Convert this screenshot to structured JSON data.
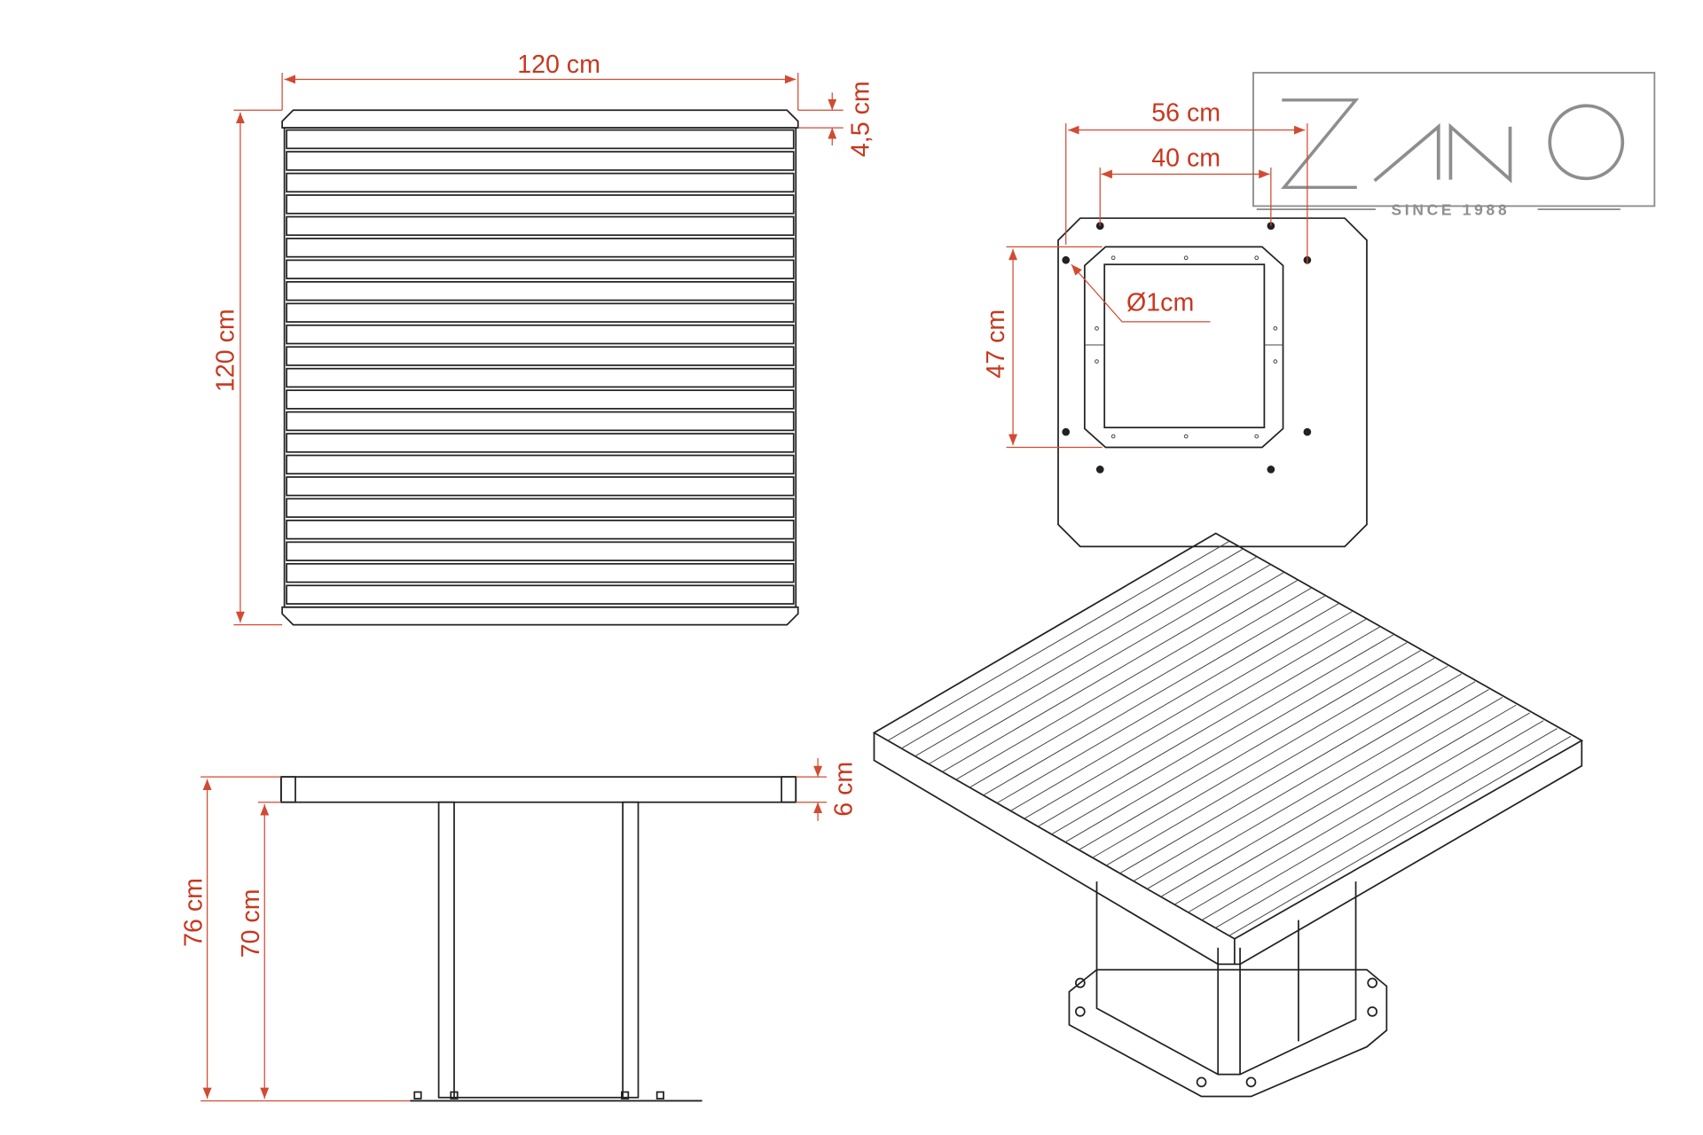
{
  "dimensions": {
    "top_width": "120 cm",
    "top_depth": "120 cm",
    "top_thickness_small": "4,5 cm",
    "base_width_outer": "56 cm",
    "base_width_inner": "40 cm",
    "base_depth": "47 cm",
    "bolt_diameter": "Ø1cm",
    "top_thickness": "6 cm",
    "total_height": "76 cm",
    "leg_height": "70 cm"
  },
  "logo": {
    "brand": "ZANO",
    "tagline": "SINCE 1988"
  },
  "colors": {
    "dimension": "#c8381e",
    "logo": "#8e8e8e",
    "line": "#222222"
  },
  "slat_count": 22
}
